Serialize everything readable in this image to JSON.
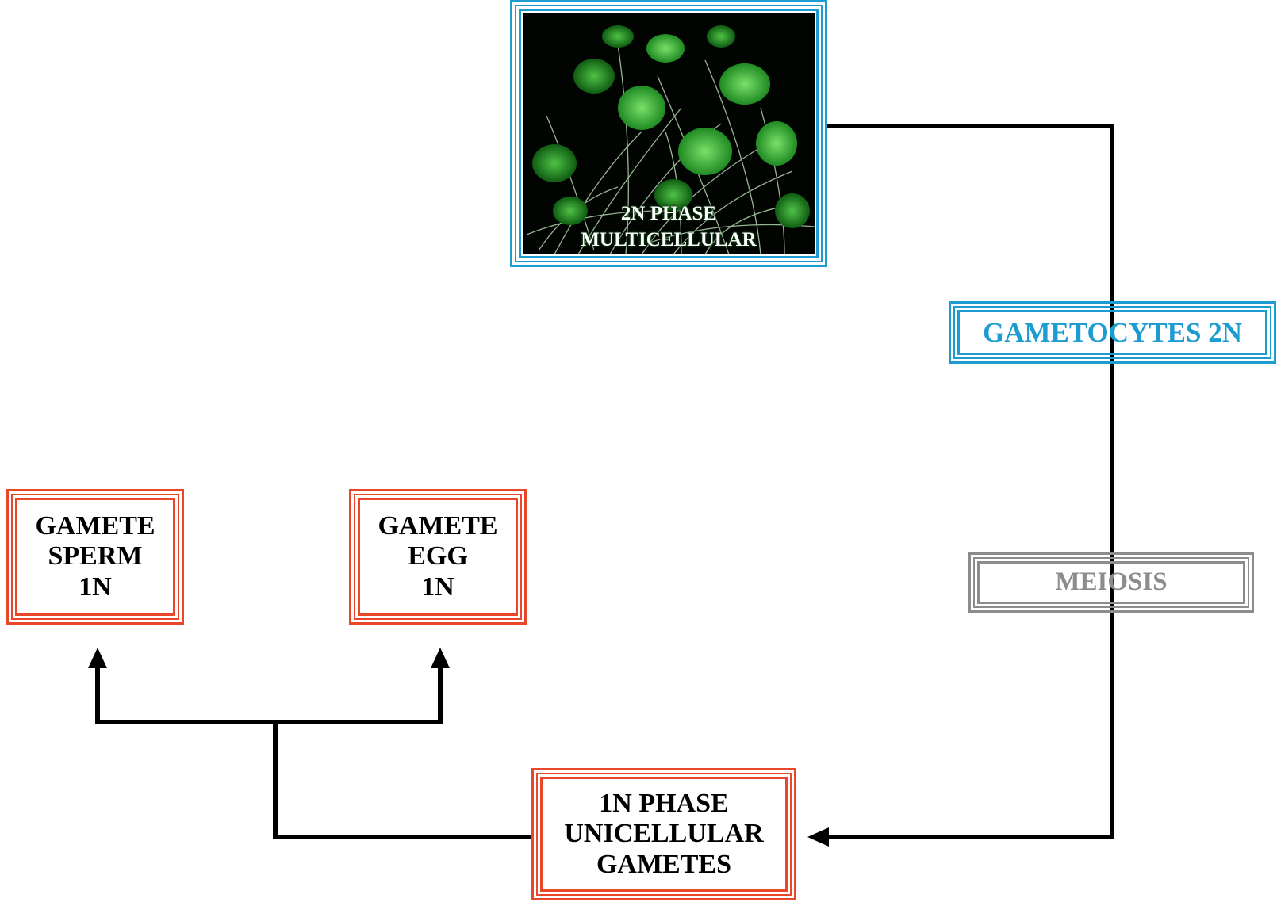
{
  "diagram": {
    "title": "",
    "colors": {
      "diploid_border": "#1d9cd1",
      "haploid_border": "#e8472a",
      "process_border": "#8c8c8c",
      "gametocytes_text": "#1d9cd1",
      "meiosis_text": "#8c8c8c",
      "connector": "#000000"
    },
    "nodes": {
      "diploid_phase": {
        "image": "green-plant-photo",
        "caption": "2N PHASE\nMULTICELLULAR"
      },
      "gametocytes": {
        "label": "GAMETOCYTES 2N"
      },
      "meiosis": {
        "label": "MEIOSIS"
      },
      "haploid_phase": {
        "label": "1N PHASE\nUNICELLULAR\nGAMETES"
      },
      "gamete_sperm": {
        "label": "GAMETE\nSPERM\n1N"
      },
      "gamete_egg": {
        "label": "GAMETE\nEGG\n1N"
      }
    }
  }
}
